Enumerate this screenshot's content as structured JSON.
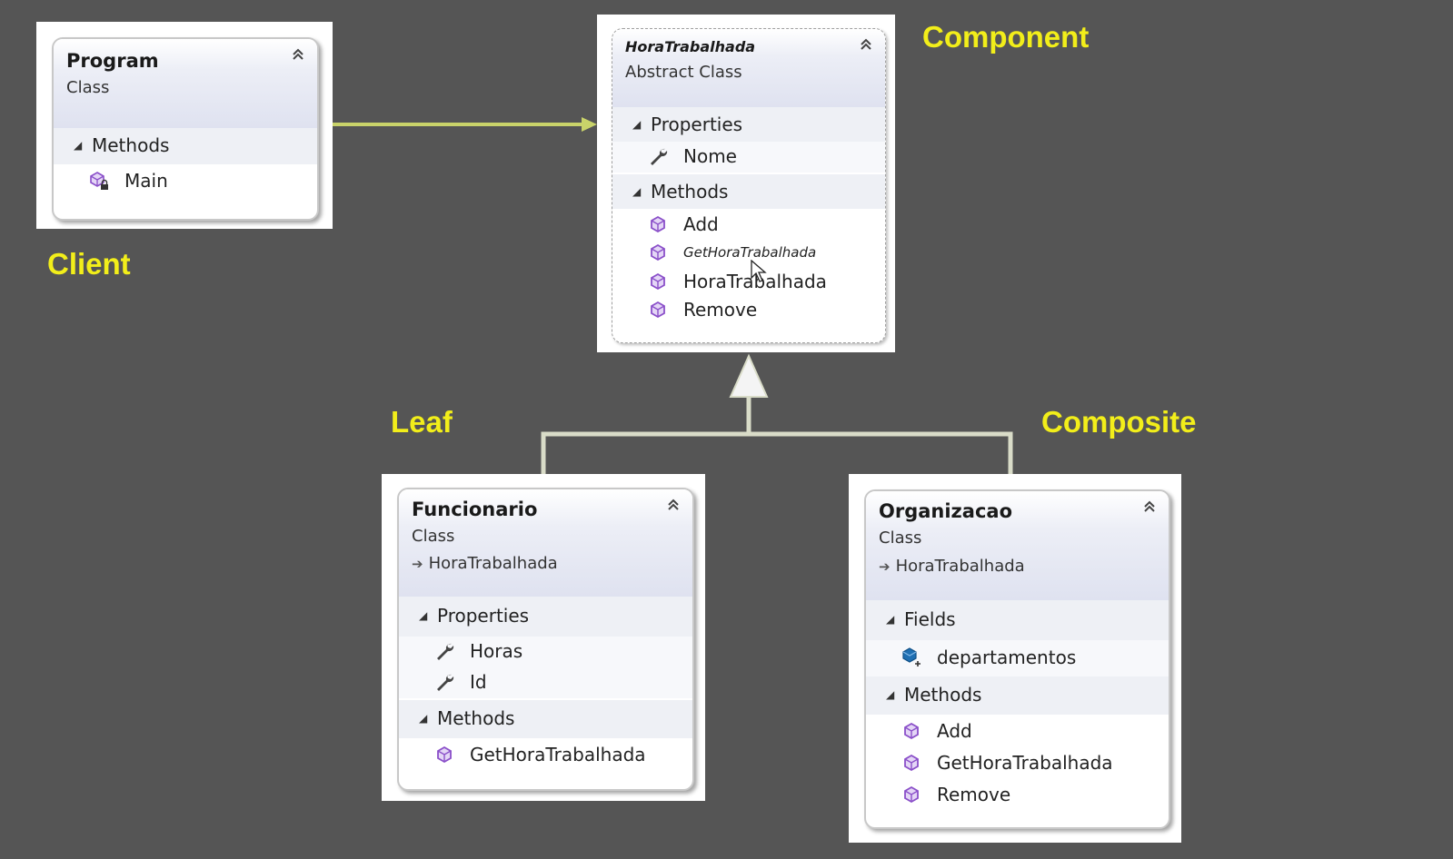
{
  "roles": {
    "client": "Client",
    "component": "Component",
    "leaf": "Leaf",
    "composite": "Composite"
  },
  "program": {
    "name": "Program",
    "kind": "Class",
    "sections": [
      {
        "label": "Methods",
        "items": [
          {
            "name": "Main",
            "icon": "private-method-icon"
          }
        ]
      }
    ]
  },
  "horaTrabalhada": {
    "name": "HoraTrabalhada",
    "kind": "Abstract Class",
    "sections": [
      {
        "label": "Properties",
        "items": [
          {
            "name": "Nome",
            "icon": "property-wrench-icon"
          }
        ]
      },
      {
        "label": "Methods",
        "items": [
          {
            "name": "Add",
            "icon": "method-icon"
          },
          {
            "name": "GetHoraTrabalhada",
            "icon": "method-icon"
          },
          {
            "name": "HoraTrabalhada",
            "icon": "method-icon"
          },
          {
            "name": "Remove",
            "icon": "method-icon"
          }
        ]
      }
    ]
  },
  "funcionario": {
    "name": "Funcionario",
    "kind": "Class",
    "base": "HoraTrabalhada",
    "sections": [
      {
        "label": "Properties",
        "items": [
          {
            "name": "Horas",
            "icon": "property-wrench-icon"
          },
          {
            "name": "Id",
            "icon": "property-wrench-icon"
          }
        ]
      },
      {
        "label": "Methods",
        "items": [
          {
            "name": "GetHoraTrabalhada",
            "icon": "method-icon"
          }
        ]
      }
    ]
  },
  "organizacao": {
    "name": "Organizacao",
    "kind": "Class",
    "base": "HoraTrabalhada",
    "sections": [
      {
        "label": "Fields",
        "items": [
          {
            "name": "departamentos",
            "icon": "field-icon"
          }
        ]
      },
      {
        "label": "Methods",
        "items": [
          {
            "name": "Add",
            "icon": "method-icon"
          },
          {
            "name": "GetHoraTrabalhada",
            "icon": "method-icon"
          },
          {
            "name": "Remove",
            "icon": "method-icon"
          }
        ]
      }
    ]
  },
  "colors": {
    "background": "#555555",
    "role_label": "#f2ee1a",
    "association_line": "#c9d36a",
    "inheritance_line": "#d9dcc8",
    "method_icon": "#8a4fc9"
  }
}
